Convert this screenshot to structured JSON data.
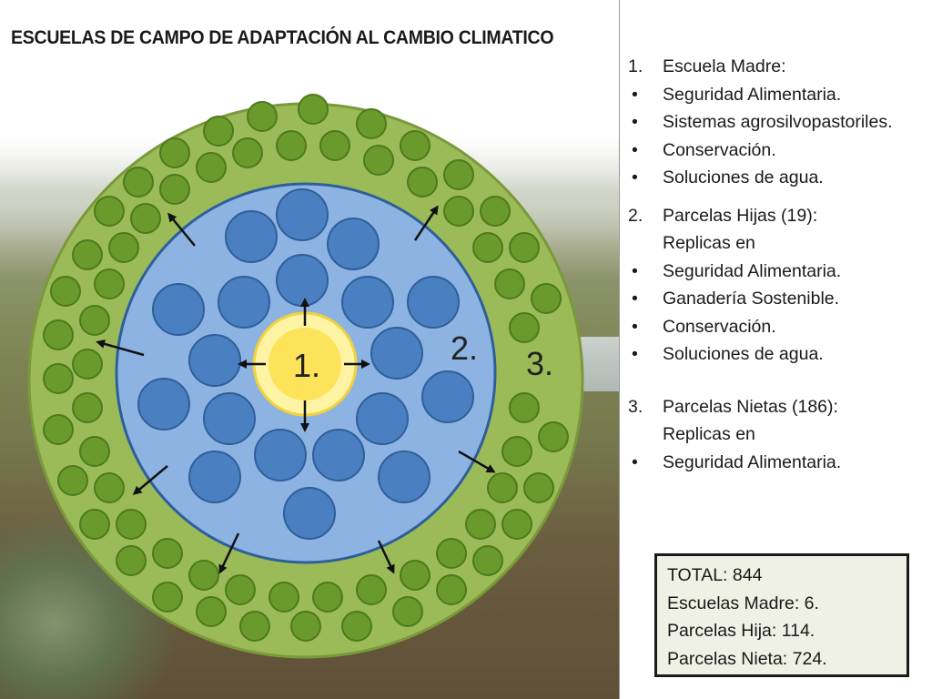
{
  "title": "ESCUELAS DE CAMPO DE ADAPTACIÓN AL CAMBIO CLIMATICO",
  "diagram": {
    "labels": {
      "center": "1.",
      "middle": "2.",
      "outer": "3."
    },
    "colors": {
      "outer_ring": "#9bbb59",
      "outer_ring_stroke": "#7a9a3a",
      "green_circle": "#6a9a2c",
      "green_circle_stroke": "#4d7a1c",
      "middle_disc": "#8db3e2",
      "middle_disc_stroke": "#2f5f9a",
      "blue_circle": "#4a7fc1",
      "blue_circle_stroke": "#2f5f9a",
      "center_outer": "#fff4a3",
      "center_inner": "#fde35a"
    }
  },
  "legend": {
    "section1": {
      "number": "1.",
      "heading": "Escuela Madre:",
      "items": [
        "Seguridad Alimentaria.",
        "Sistemas agrosilvopastoriles.",
        "Conservación.",
        "Soluciones de agua."
      ]
    },
    "section2": {
      "number": "2.",
      "heading_line1": "Parcelas Hijas (19):",
      "heading_line2": "Replicas en",
      "items": [
        "Seguridad Alimentaria.",
        "Ganadería Sostenible.",
        "Conservación.",
        "Soluciones de agua."
      ]
    },
    "section3": {
      "number": "3.",
      "heading_line1": "Parcelas Nietas (186):",
      "heading_line2": "Replicas en",
      "items": [
        "Seguridad Alimentaria."
      ]
    },
    "bullet": "•"
  },
  "totals": {
    "total": "TOTAL: 844",
    "madres": "Escuelas Madre: 6.",
    "hijas": "Parcelas Hija:  114.",
    "nietas": "Parcelas Nieta: 724."
  }
}
